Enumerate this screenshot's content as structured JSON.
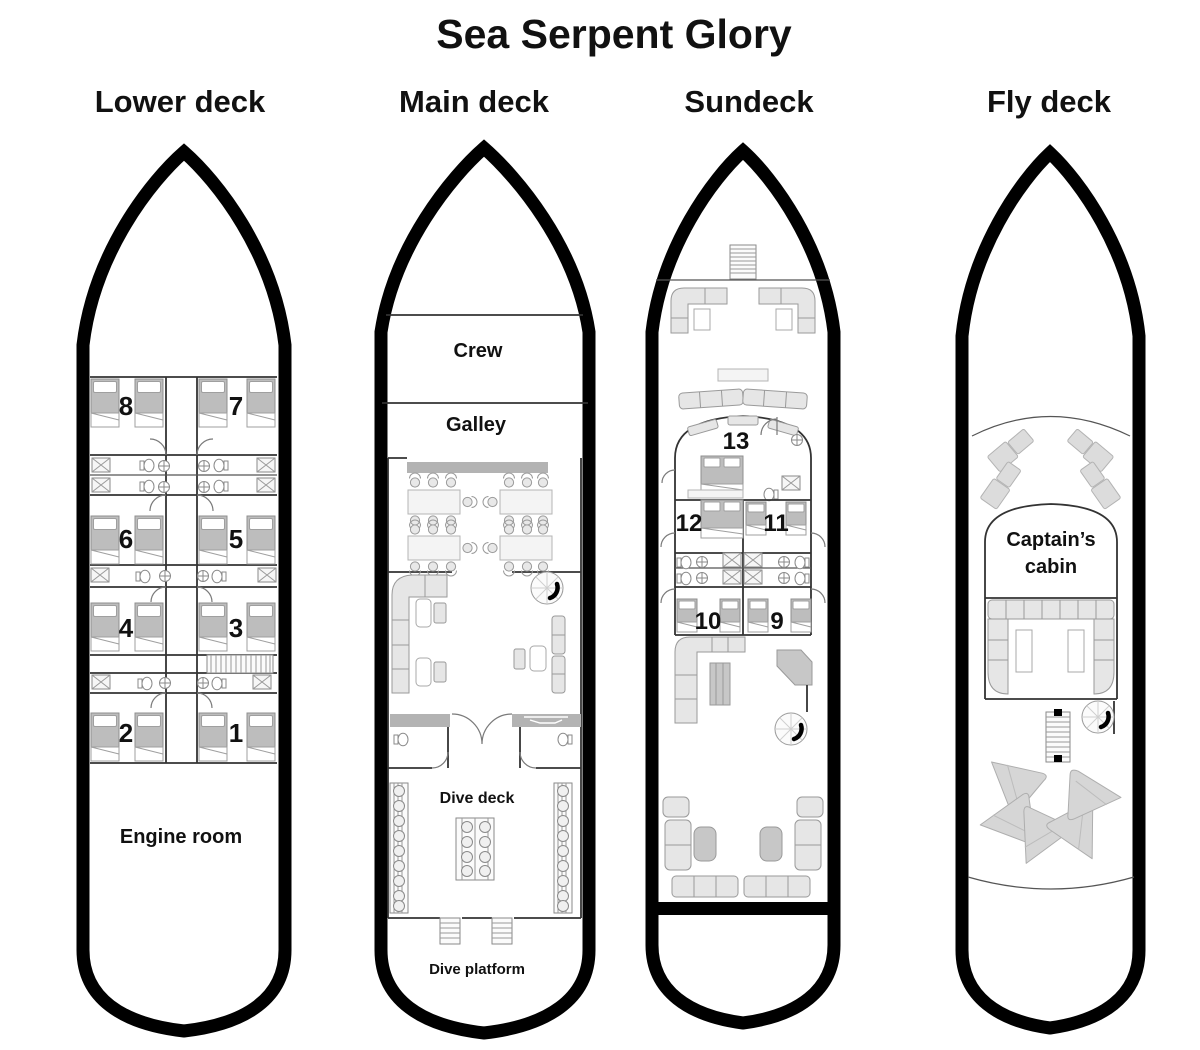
{
  "title": "Sea Serpent Glory",
  "colors": {
    "cabin_number": "#e0201c",
    "hull": "#000000",
    "furniture": "#e6e6e6"
  },
  "decks": {
    "lower": {
      "label": "Lower deck",
      "cabins": [
        "8",
        "7",
        "6",
        "5",
        "4",
        "3",
        "2",
        "1"
      ],
      "engine_room": "Engine room"
    },
    "main": {
      "label": "Main deck",
      "crew": "Crew",
      "galley": "Galley",
      "dive_deck": "Dive deck",
      "dive_platform": "Dive platform"
    },
    "sundeck": {
      "label": "Sundeck",
      "cabins": [
        "13",
        "12",
        "11",
        "10",
        "9"
      ]
    },
    "fly": {
      "label": "Fly deck",
      "captains_cabin_lines": [
        "Captain’s",
        "cabin"
      ]
    }
  }
}
